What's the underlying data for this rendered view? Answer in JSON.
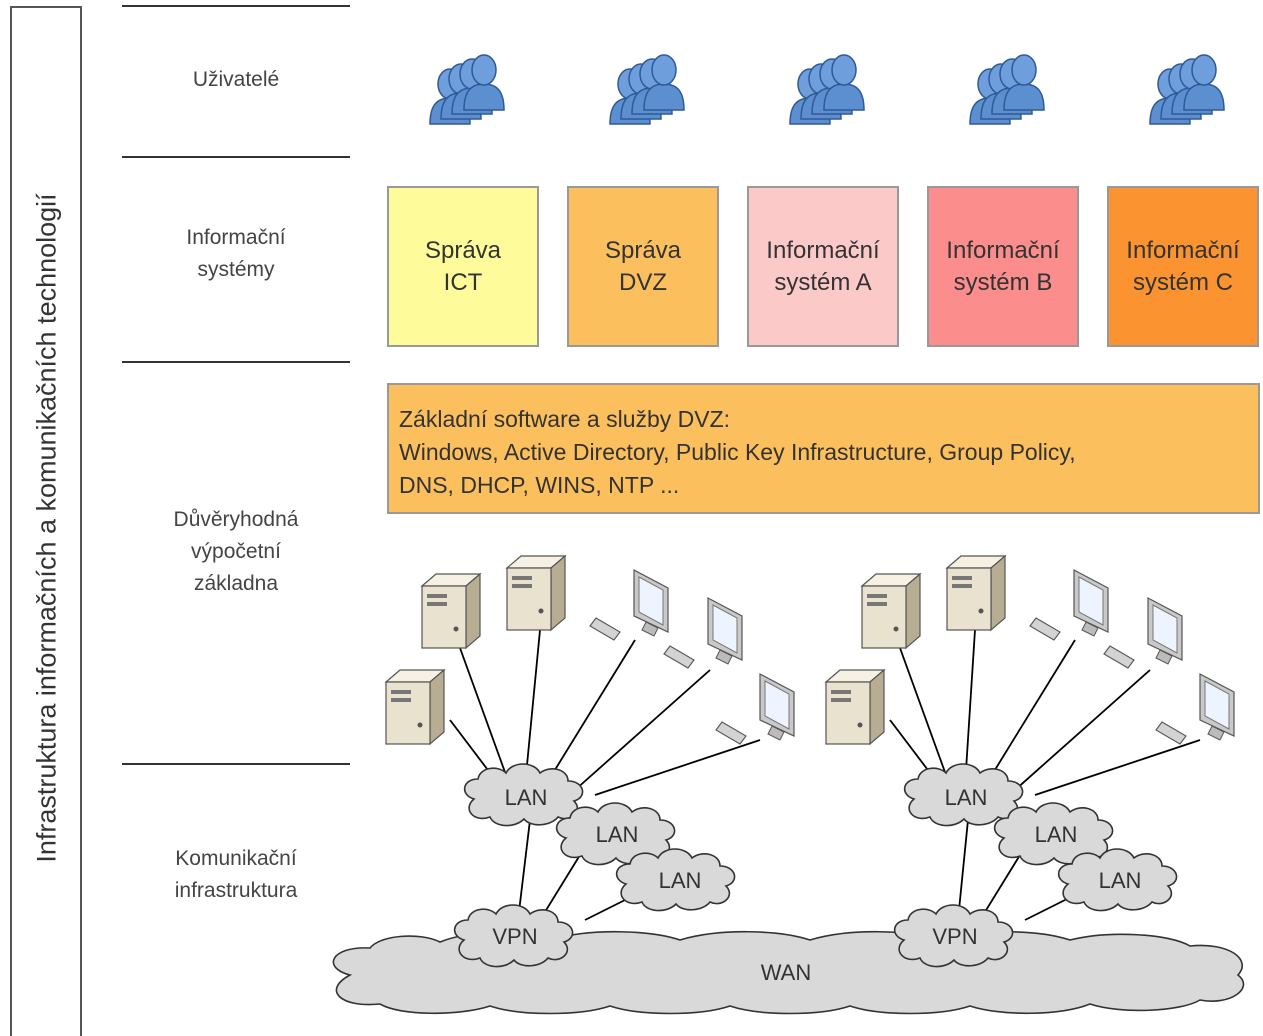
{
  "side_title": "Infrastruktura informačních a komunikačních technologií",
  "layers": {
    "users": "Uživatelé",
    "info_systems": "Informační\nsystémy",
    "trusted_base": "Důvěryhodná\nvýpočetní\nzákladna",
    "comm": "Komunikační\ninfrastruktura"
  },
  "systems": [
    {
      "label": "Správa\nICT",
      "color": "#fdfb9a"
    },
    {
      "label": "Správa\nDVZ",
      "color": "#fbbf5e"
    },
    {
      "label": "Informační\nsystém A",
      "color": "#fcc9c9"
    },
    {
      "label": "Informační\nsystém B",
      "color": "#fb8d8d"
    },
    {
      "label": "Informační\nsystém C",
      "color": "#fa9330"
    }
  ],
  "base_services": {
    "line1": "Základní software a služby DVZ:",
    "line2": "Windows, Active Directory, Public Key Infrastructure, Group Policy,",
    "line3": "DNS, DHCP, WINS, NTP ..."
  },
  "network": {
    "lan_label": "LAN",
    "vpn_label": "VPN",
    "wan_label": "WAN"
  },
  "colors": {
    "user_icon": "#5b8fd0",
    "cloud_fill": "#d9d9d9",
    "server_body": "#e9e2cf"
  }
}
